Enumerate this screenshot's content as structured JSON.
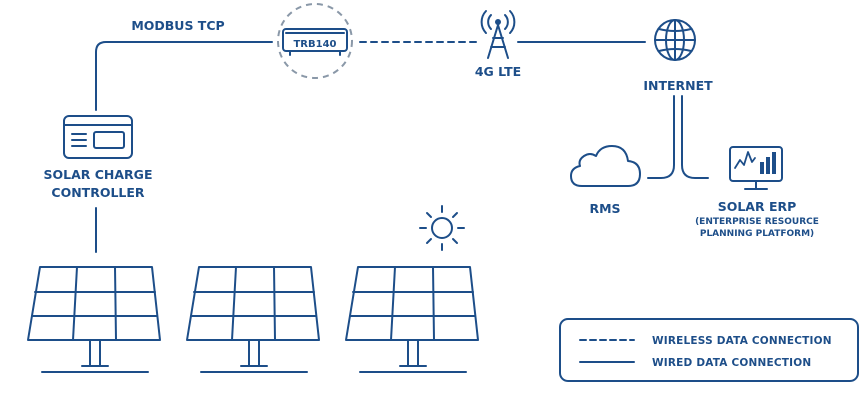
{
  "colors": {
    "primary": "#1d4e89",
    "background": "#ffffff",
    "node_ring": "#8a98a8"
  },
  "labels": {
    "modbus": "MODBUS TCP",
    "device": "TRB140",
    "lte": "4G LTE",
    "internet": "INTERNET",
    "controller_line1": "SOLAR CHARGE",
    "controller_line2": "CONTROLLER",
    "rms": "RMS",
    "erp": "SOLAR ERP",
    "erp_sub1": "(ENTERPRISE RESOURCE",
    "erp_sub2": "PLANNING PLATFORM)"
  },
  "legend": {
    "wireless": "WIRELESS DATA CONNECTION",
    "wired": "WIRED DATA CONNECTION"
  },
  "icons": {
    "device": "router-icon",
    "lte": "cell-tower-icon",
    "internet": "globe-icon",
    "controller": "charge-controller-icon",
    "rms": "cloud-icon",
    "erp": "monitor-chart-icon",
    "sun": "sun-icon",
    "panel": "solar-panel-icon"
  }
}
